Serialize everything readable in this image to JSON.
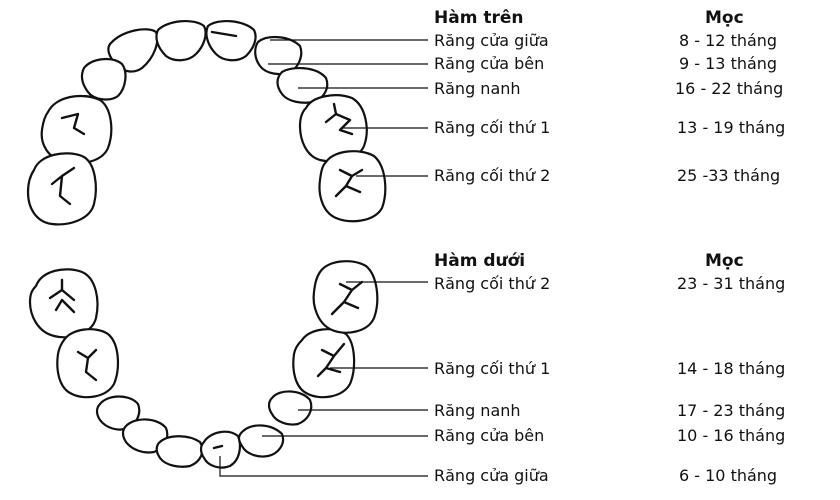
{
  "upper": {
    "title": "Hàm trên",
    "column": "Mọc",
    "rows": [
      {
        "name": "Răng cửa giữa",
        "age": "8 - 12 tháng"
      },
      {
        "name": "Răng cửa bên",
        "age": "9 - 13 tháng"
      },
      {
        "name": "Răng nanh",
        "age": "16 - 22 tháng"
      },
      {
        "name": "Răng cối thứ 1",
        "age": "13 - 19 tháng"
      },
      {
        "name": "Răng cối thứ 2",
        "age": "25 -33 tháng"
      }
    ]
  },
  "lower": {
    "title": "Hàm dưới",
    "column": "Mọc",
    "rows": [
      {
        "name": "Răng cối thứ 2",
        "age": "23 - 31 tháng"
      },
      {
        "name": "Răng cối thứ 1",
        "age": "14 - 18 tháng"
      },
      {
        "name": "Răng nanh",
        "age": "17 - 23 tháng"
      },
      {
        "name": "Răng cửa bên",
        "age": "10 - 16 tháng"
      },
      {
        "name": "Răng cửa giữa",
        "age": "6 - 10 tháng"
      }
    ]
  }
}
